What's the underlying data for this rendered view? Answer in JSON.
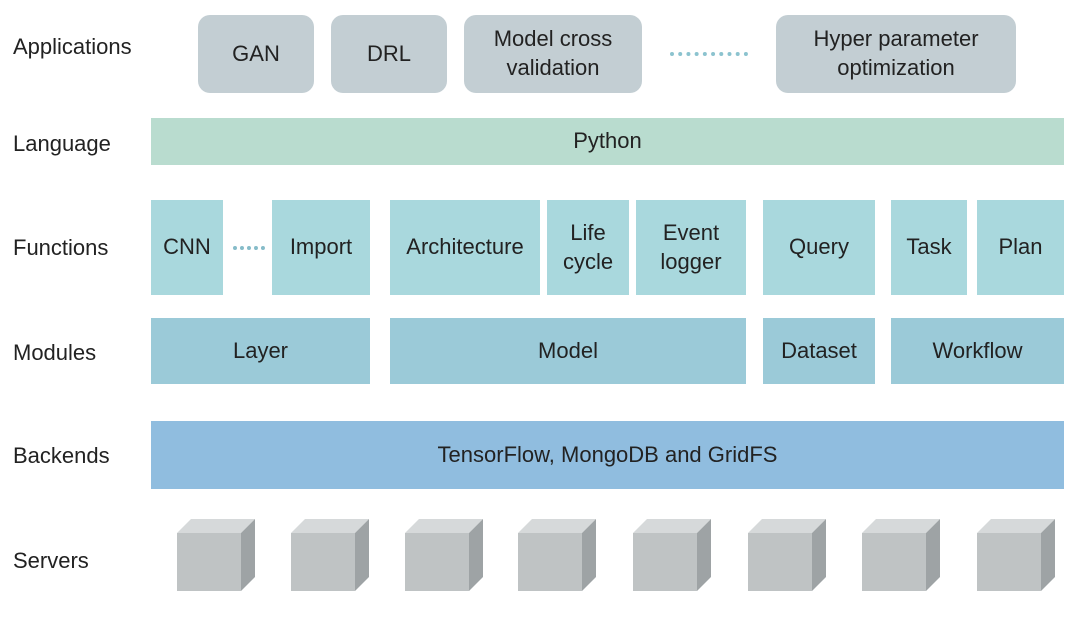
{
  "rows": {
    "applications": "Applications",
    "language": "Language",
    "functions": "Functions",
    "modules": "Modules",
    "backends": "Backends",
    "servers": "Servers"
  },
  "applications": [
    "GAN",
    "DRL",
    "Model cross validation",
    "Hyper parameter optimization"
  ],
  "language": "Python",
  "functions": [
    "CNN",
    "Import",
    "Architecture",
    "Life cycle",
    "Event logger",
    "Query",
    "Task",
    "Plan"
  ],
  "modules": [
    "Layer",
    "Model",
    "Dataset",
    "Workflow"
  ],
  "backends": "TensorFlow, MongoDB and GridFS",
  "colors": {
    "applications": "#c3ced3",
    "language": "#b9dccf",
    "functions": "#a9d8dd",
    "modules": "#9bcad8",
    "backends": "#90bddf",
    "servers": "#bfc3c4"
  },
  "server_icon": "server-cube-icon"
}
